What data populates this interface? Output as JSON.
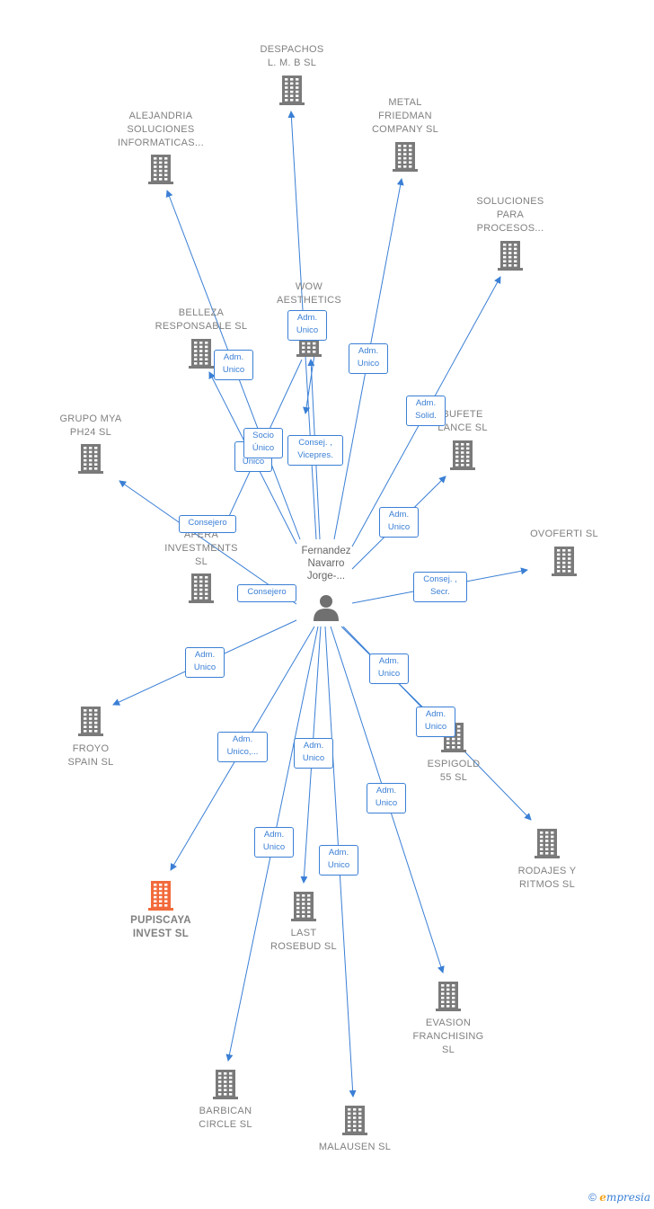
{
  "person": {
    "name": "Fernandez\nNavarro\nJorge-...",
    "icon": "person-icon"
  },
  "companies": [
    {
      "id": "despachos",
      "label": "DESPACHOS\nL.  M. B SL",
      "highlight": false
    },
    {
      "id": "alejandria",
      "label": "ALEJANDRIA\nSOLUCIONES\nINFORMATICAS...",
      "highlight": false
    },
    {
      "id": "metal",
      "label": "METAL\nFRIEDMAN\nCOMPANY SL",
      "highlight": false
    },
    {
      "id": "soluciones",
      "label": "SOLUCIONES\nPARA\nPROCESOS...",
      "highlight": false
    },
    {
      "id": "wow",
      "label": "WOW\nAESTHETICS",
      "highlight": false
    },
    {
      "id": "belleza",
      "label": "BELLEZA\nRESPONSABLE SL",
      "highlight": false
    },
    {
      "id": "bufete",
      "label": "BUFETE\nLANCE SL",
      "highlight": false
    },
    {
      "id": "grupo",
      "label": "GRUPO MYA\nPH24  SL",
      "highlight": false
    },
    {
      "id": "afera",
      "label": "AFERA\nINVESTMENTS\nSL",
      "highlight": false
    },
    {
      "id": "ovoferti",
      "label": "OVOFERTI  SL",
      "highlight": false
    },
    {
      "id": "froyo",
      "label": "FROYO\nSPAIN SL",
      "highlight": false
    },
    {
      "id": "espigold",
      "label": "ESPIGOLD\n55 SL",
      "highlight": false
    },
    {
      "id": "rodajes",
      "label": "RODAJES Y\nRITMOS SL",
      "highlight": false
    },
    {
      "id": "pupiscaya",
      "label": "PUPISCAYA\nINVEST  SL",
      "highlight": true
    },
    {
      "id": "last",
      "label": "LAST\nROSEBUD  SL",
      "highlight": false
    },
    {
      "id": "evasion",
      "label": "EVASION\nFRANCHISING\nSL",
      "highlight": false
    },
    {
      "id": "barbican",
      "label": "BARBICAN\nCIRCLE  SL",
      "highlight": false
    },
    {
      "id": "malausen",
      "label": "MALAUSEN SL",
      "highlight": false
    }
  ],
  "relations": [
    {
      "to": "despachos",
      "label": "Adm.\nUnico"
    },
    {
      "to": "alejandria",
      "label": "Adm.\nUnico"
    },
    {
      "to": "metal",
      "label": "Adm.\nUnico"
    },
    {
      "to": "soluciones",
      "label": "Adm.\nSolid."
    },
    {
      "to": "wow",
      "label": "Consej. ,\nVicepres."
    },
    {
      "to": "belleza",
      "label": "Adm.\nUnico"
    },
    {
      "to": "belleza",
      "label": "Socio\nÚnico"
    },
    {
      "to": "afera",
      "label": "Adm.\nUnico"
    },
    {
      "to": "bufete",
      "label": "Adm.\nUnico"
    },
    {
      "to": "grupo",
      "label": "Consejero"
    },
    {
      "to": "afera",
      "label": "Consejero"
    },
    {
      "to": "ovoferti",
      "label": "Consej. ,\nSecr."
    },
    {
      "to": "froyo",
      "label": "Adm.\nUnico"
    },
    {
      "to": "espigold",
      "label": "Adm.\nUnico"
    },
    {
      "to": "rodajes",
      "label": "Adm.\nUnico"
    },
    {
      "to": "pupiscaya",
      "label": "Adm.\nUnico,..."
    },
    {
      "to": "last",
      "label": "Adm.\nUnico"
    },
    {
      "to": "evasion",
      "label": "Adm.\nUnico"
    },
    {
      "to": "barbican",
      "label": "Adm.\nUnico"
    },
    {
      "to": "malausen",
      "label": "Adm.\nUnico"
    }
  ],
  "colors": {
    "edge": "#3a7fd5",
    "building": "#7a7a7a",
    "highlight": "#f26a3b",
    "text": "#808080"
  },
  "footer": {
    "copyright": "©",
    "brand_initial": "e",
    "brand_rest": "mpresia"
  }
}
